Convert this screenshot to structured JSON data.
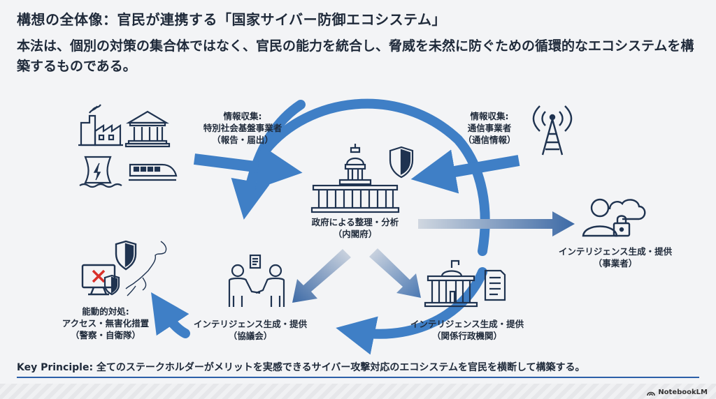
{
  "header": {
    "title": "構想の全体像：官民が連携する「国家サイバー防御エコシステム」",
    "subtitle": "本法は、個別の対策の集合体ではなく、官民の能力を統合し、脅威を未然に防ぐための循環的なエコシステムを構築するものである。"
  },
  "nodes": {
    "infra_input": {
      "line1": "情報収集:",
      "line2": "特別社会基盤事業者",
      "line3": "（報告・届出）"
    },
    "telecom_input": {
      "line1": "情報収集:",
      "line2": "通信事業者",
      "line3": "（通信情報）"
    },
    "center": {
      "line1": "政府による整理・分析",
      "line2": "（内閣府）"
    },
    "business_output": {
      "line1": "インテリジェンス生成・提供",
      "line2": "（事業者）"
    },
    "council_output": {
      "line1": "インテリジェンス生成・提供",
      "line2": "（協議会）"
    },
    "agency_output": {
      "line1": "インテリジェンス生成・提供",
      "line2": "（関係行政機関）"
    },
    "active_defense": {
      "line1": "能動的対処:",
      "line2": "アクセス・無害化措置",
      "line3": "（警察・自衛隊）"
    }
  },
  "footer": {
    "key_label": "Key Principle:",
    "key_text": "全てのステークホルダーがメリットを実感できるサイバー攻撃対応のエコシステムを官民を横断して構築する。",
    "brand": "NotebookLM"
  },
  "colors": {
    "arrow": "#3f7fc6",
    "navy": "#1f3350",
    "text": "#1f2a3a",
    "red": "#d9302a"
  }
}
